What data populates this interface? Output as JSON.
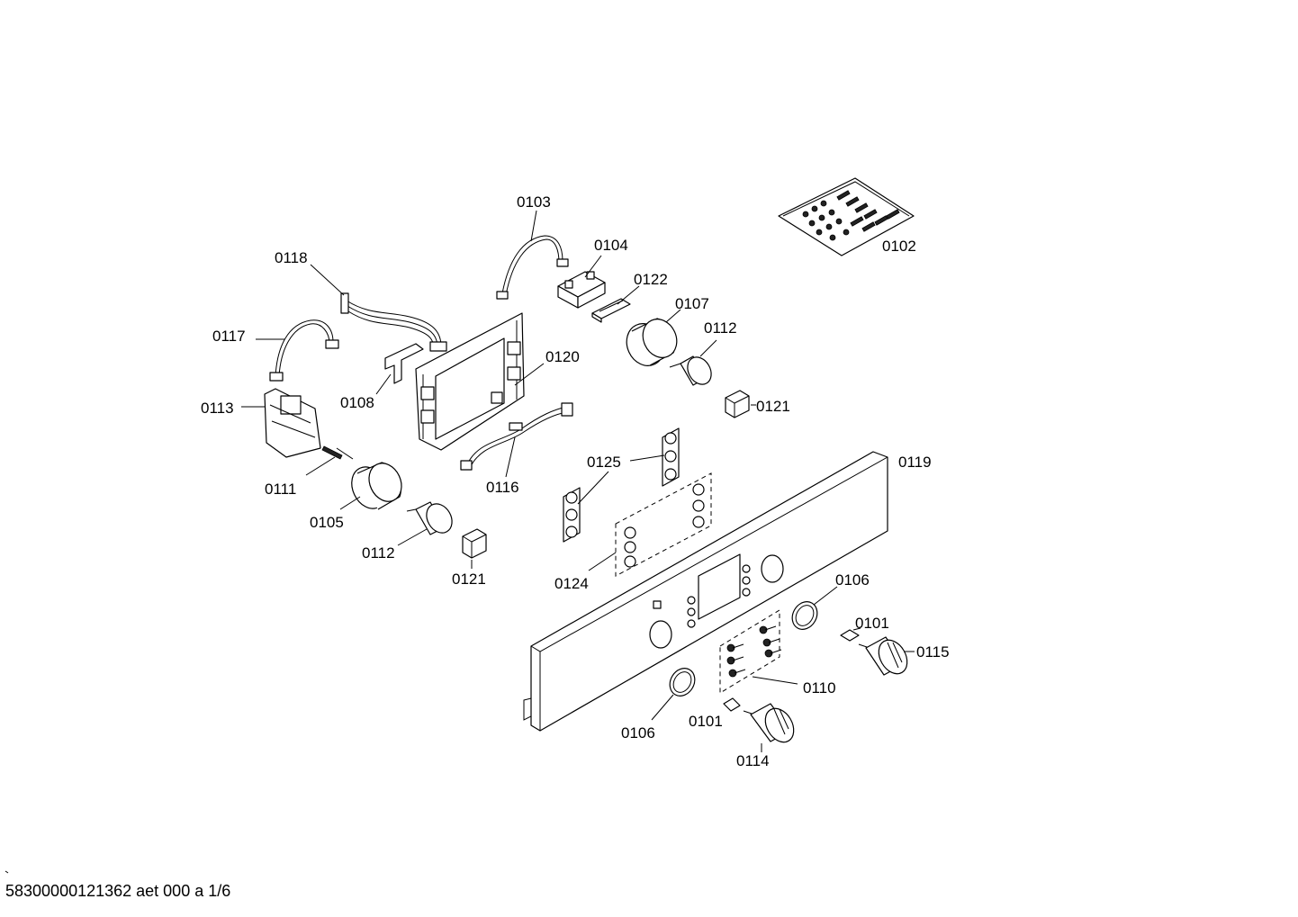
{
  "drawing": {
    "labels": {
      "l0103": "0103",
      "l0104": "0104",
      "l0102": "0102",
      "l0118": "0118",
      "l0122": "0122",
      "l0107": "0107",
      "l0117": "0117",
      "l0112a": "0112",
      "l0120": "0120",
      "l0108": "0108",
      "l0113": "0113",
      "l0121a": "0121",
      "l0111": "0111",
      "l0116": "0116",
      "l0125": "0125",
      "l0119": "0119",
      "l0105": "0105",
      "l0112b": "0112",
      "l0121b": "0121",
      "l0124": "0124",
      "l0106a": "0106",
      "l0101a": "0101",
      "l0115": "0115",
      "l0110": "0110",
      "l0106b": "0106",
      "l0101b": "0101",
      "l0114": "0114"
    }
  },
  "footer": {
    "text": "58300000121362 aet 000 a 1/6"
  }
}
